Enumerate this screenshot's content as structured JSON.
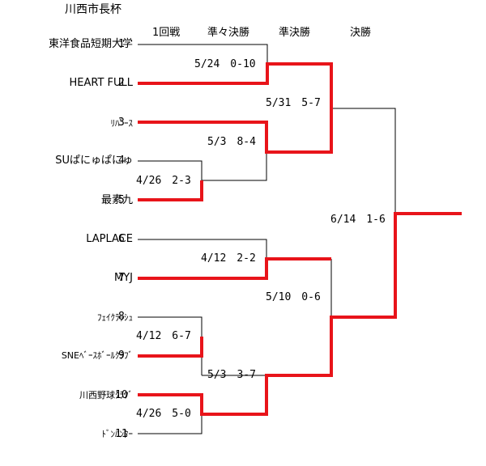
{
  "title": "川西市長杯",
  "rounds": [
    "1回戦",
    "準々決勝",
    "準決勝",
    "決勝"
  ],
  "teams": [
    {
      "name": "東洋食品短期大学",
      "seed": "1"
    },
    {
      "name": "HEART FULL",
      "seed": "2"
    },
    {
      "name": "ﾘﾊﾞｰｽ",
      "seed": "3"
    },
    {
      "name": "SUぱにゅぱにゅ",
      "seed": "4"
    },
    {
      "name": "最素九",
      "seed": "5"
    },
    {
      "name": "LAPLACE",
      "seed": "6"
    },
    {
      "name": "MYJ",
      "seed": "7"
    },
    {
      "name": "ﾌｪｲｸﾗｯｼｭ",
      "seed": "8"
    },
    {
      "name": "SNEﾍﾞｰｽﾎﾞｰﾙｸﾗﾌﾞ",
      "seed": "9"
    },
    {
      "name": "川西野球ｸﾗﾌﾞ",
      "seed": "10"
    },
    {
      "name": "ﾄﾞﾝﾊﾝﾀｰ",
      "seed": "11"
    }
  ],
  "results": {
    "r1_4v5": "4/26　2-3",
    "r1_8v9": "4/12　6-7",
    "r1_10v11": "4/26　5-0",
    "qf_1v2": "5/24　0-10",
    "qf_3v45": "5/3　8-4",
    "qf_6v7": "4/12　2-2",
    "qf_89v1011": "5/3　3-7",
    "sf_top": "5/31　5-7",
    "sf_bottom": "5/10　0-6",
    "final": "6/14　1-6"
  },
  "colors": {
    "winner": "#e8141a",
    "line": "#000000"
  }
}
